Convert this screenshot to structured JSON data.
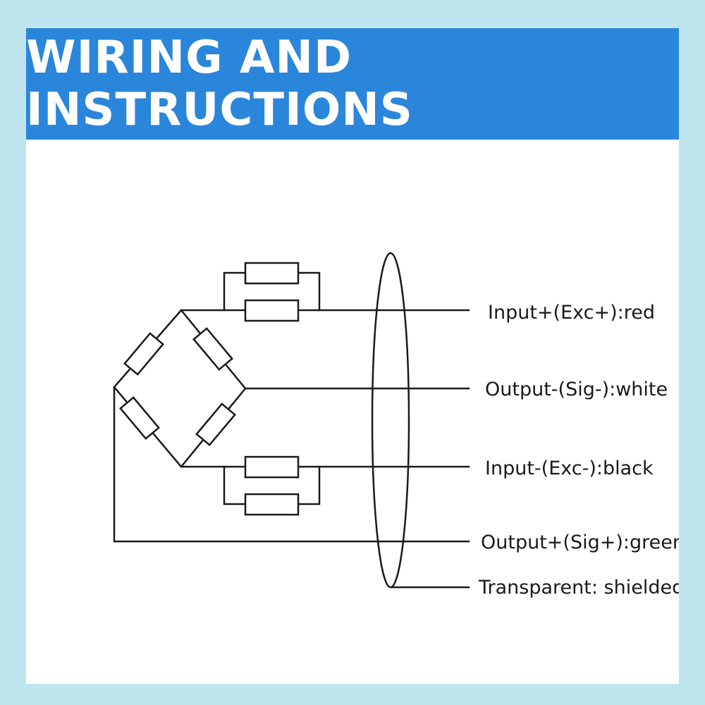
{
  "header": {
    "title": "WIRING AND INSTRUCTIONS"
  },
  "colors": {
    "banner": "#2a86db",
    "page_bg": "#bfe6ee",
    "line": "#1a1a1a"
  },
  "wires": [
    {
      "label": "Input+(Exc+):red"
    },
    {
      "label": "Output-(Sig-):white"
    },
    {
      "label": "Input-(Exc-):black"
    },
    {
      "label": "Output+(Sig+):green"
    },
    {
      "label": "Transparent: shielded"
    }
  ]
}
